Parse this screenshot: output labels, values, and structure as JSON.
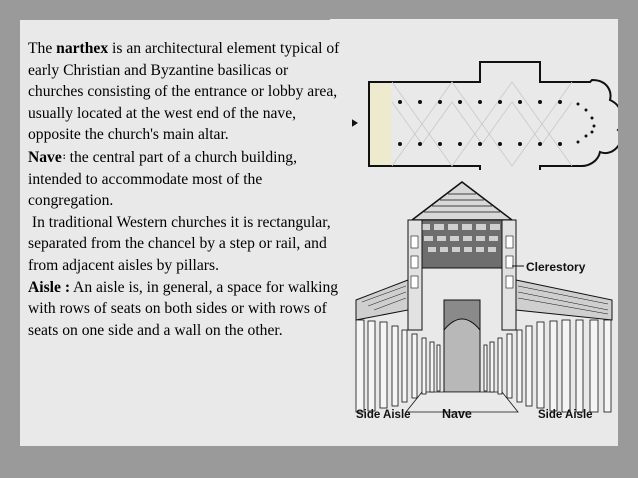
{
  "narthex": {
    "term": "narthex",
    "before": "The ",
    "after": " is an architectural element typical of early Christian and Byzantine basilicas or churches consisting of the entrance or lobby area, usually located at the west end of the nave, opposite the church's main altar."
  },
  "nave": {
    "term": "Nave",
    "colon": ":",
    "text": " the central part of a church building, intended to accommodate most of the congregation.",
    "extra": " In traditional Western churches it is rectangular, separated from the chancel by a step or rail, and from adjacent aisles by pillars."
  },
  "aisle": {
    "term": "Aisle :",
    "text": " An aisle is, in general, a space for walking with rows of seats on both sides or with rows of seats on one side and a wall on the other."
  },
  "illustration": {
    "clerestory": "Clerestory",
    "side_aisle_left": "Side Aisle",
    "nave": "Nave",
    "side_aisle_right": "Side Aisle"
  },
  "colors": {
    "background": "#9a9a9a",
    "slide": "#e9e9e9",
    "narthex_fill": "#eeeacd"
  }
}
